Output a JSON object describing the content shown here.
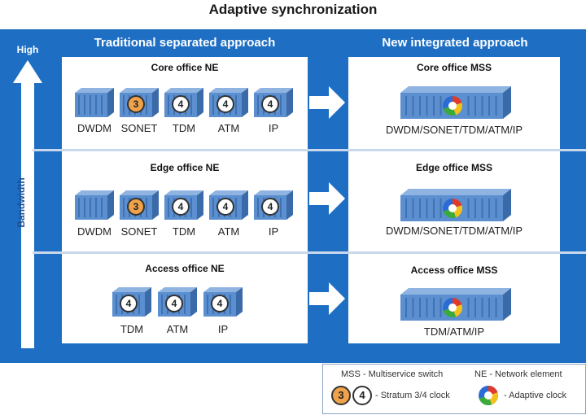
{
  "title": "Adaptive synchronization",
  "axis": {
    "high_label": "High",
    "bandwidth_label": "Bandwidth"
  },
  "headers": {
    "left": "Traditional separated approach",
    "right": "New integrated approach"
  },
  "rows": [
    {
      "ne_title": "Core office NE",
      "devices": [
        {
          "label": "DWDM",
          "clock": ""
        },
        {
          "label": "SONET",
          "clock": "3"
        },
        {
          "label": "TDM",
          "clock": "4"
        },
        {
          "label": "ATM",
          "clock": "4"
        },
        {
          "label": "IP",
          "clock": "4"
        }
      ],
      "mss_title": "Core office MSS",
      "mss_label": "DWDM/SONET/TDM/ATM/IP"
    },
    {
      "ne_title": "Edge office NE",
      "devices": [
        {
          "label": "DWDM",
          "clock": ""
        },
        {
          "label": "SONET",
          "clock": "3"
        },
        {
          "label": "TDM",
          "clock": "4"
        },
        {
          "label": "ATM",
          "clock": "4"
        },
        {
          "label": "IP",
          "clock": "4"
        }
      ],
      "mss_title": "Edge office MSS",
      "mss_label": "DWDM/SONET/TDM/ATM/IP"
    },
    {
      "ne_title": "Access office NE",
      "devices": [
        {
          "label": "TDM",
          "clock": "4"
        },
        {
          "label": "ATM",
          "clock": "4"
        },
        {
          "label": "IP",
          "clock": "4"
        }
      ],
      "mss_title": "Access office MSS",
      "mss_label": "TDM/ATM/IP"
    }
  ],
  "legend": {
    "mss_def": "MSS - Multiservice switch",
    "ne_def": "NE - Network element",
    "stratum_text": "- Stratum 3/4 clock",
    "stratum_3": "3",
    "stratum_4": "4",
    "adaptive_text": "- Adaptive clock"
  },
  "colors": {
    "background_blue": "#1e6fc4",
    "device_blue": "#5b8fcf",
    "stratum3_orange": "#f0a24a",
    "stratum4_white": "#ffffff",
    "adaptive_red": "#e03a2a",
    "adaptive_green": "#3aaa3a",
    "adaptive_yellow": "#f2c21b",
    "adaptive_blue": "#2b6bd6"
  },
  "icons": {
    "device": "network-device-icon",
    "mss": "multiservice-switch-icon",
    "arrow": "right-arrow-icon",
    "axis_arrow": "up-arrow-icon",
    "stratum_clock": "stratum-clock-icon",
    "adaptive_clock": "adaptive-clock-icon"
  }
}
